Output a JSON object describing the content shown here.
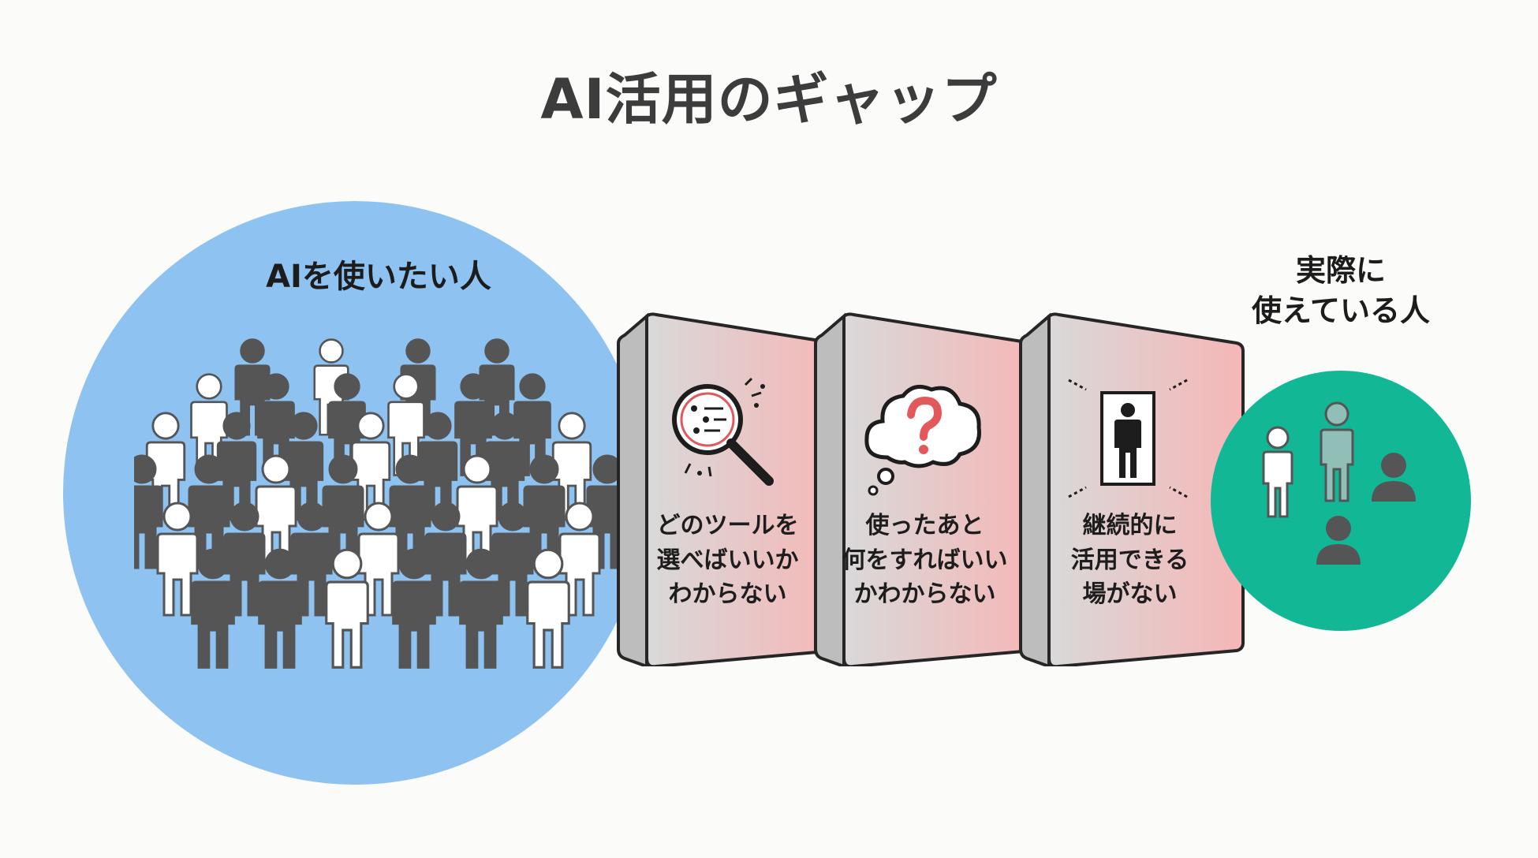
{
  "title": "AI活用のギャップ",
  "left_group": {
    "label": "AIを使いたい人"
  },
  "right_group": {
    "label_lines": [
      "実際に",
      "使えている人"
    ]
  },
  "barriers": [
    {
      "icon": "magnifier-icon",
      "lines": [
        "どのツールを",
        "選べばいいか",
        "わからない"
      ]
    },
    {
      "icon": "question-cloud-icon",
      "lines": [
        "使ったあと",
        "何をすればいい",
        "かわからない"
      ]
    },
    {
      "icon": "person-in-frame-icon",
      "lines": [
        "継続的に",
        "活用できる",
        "場がない"
      ]
    }
  ],
  "colors": {
    "left_circle": "#8dc2f1",
    "right_circle": "#12b796",
    "barrier_gradient_from": "#d9d9d9",
    "barrier_gradient_to": "#f6b6b6",
    "person_dark": "#555555",
    "person_light": "#ffffff",
    "accent_red": "#e2585b"
  }
}
